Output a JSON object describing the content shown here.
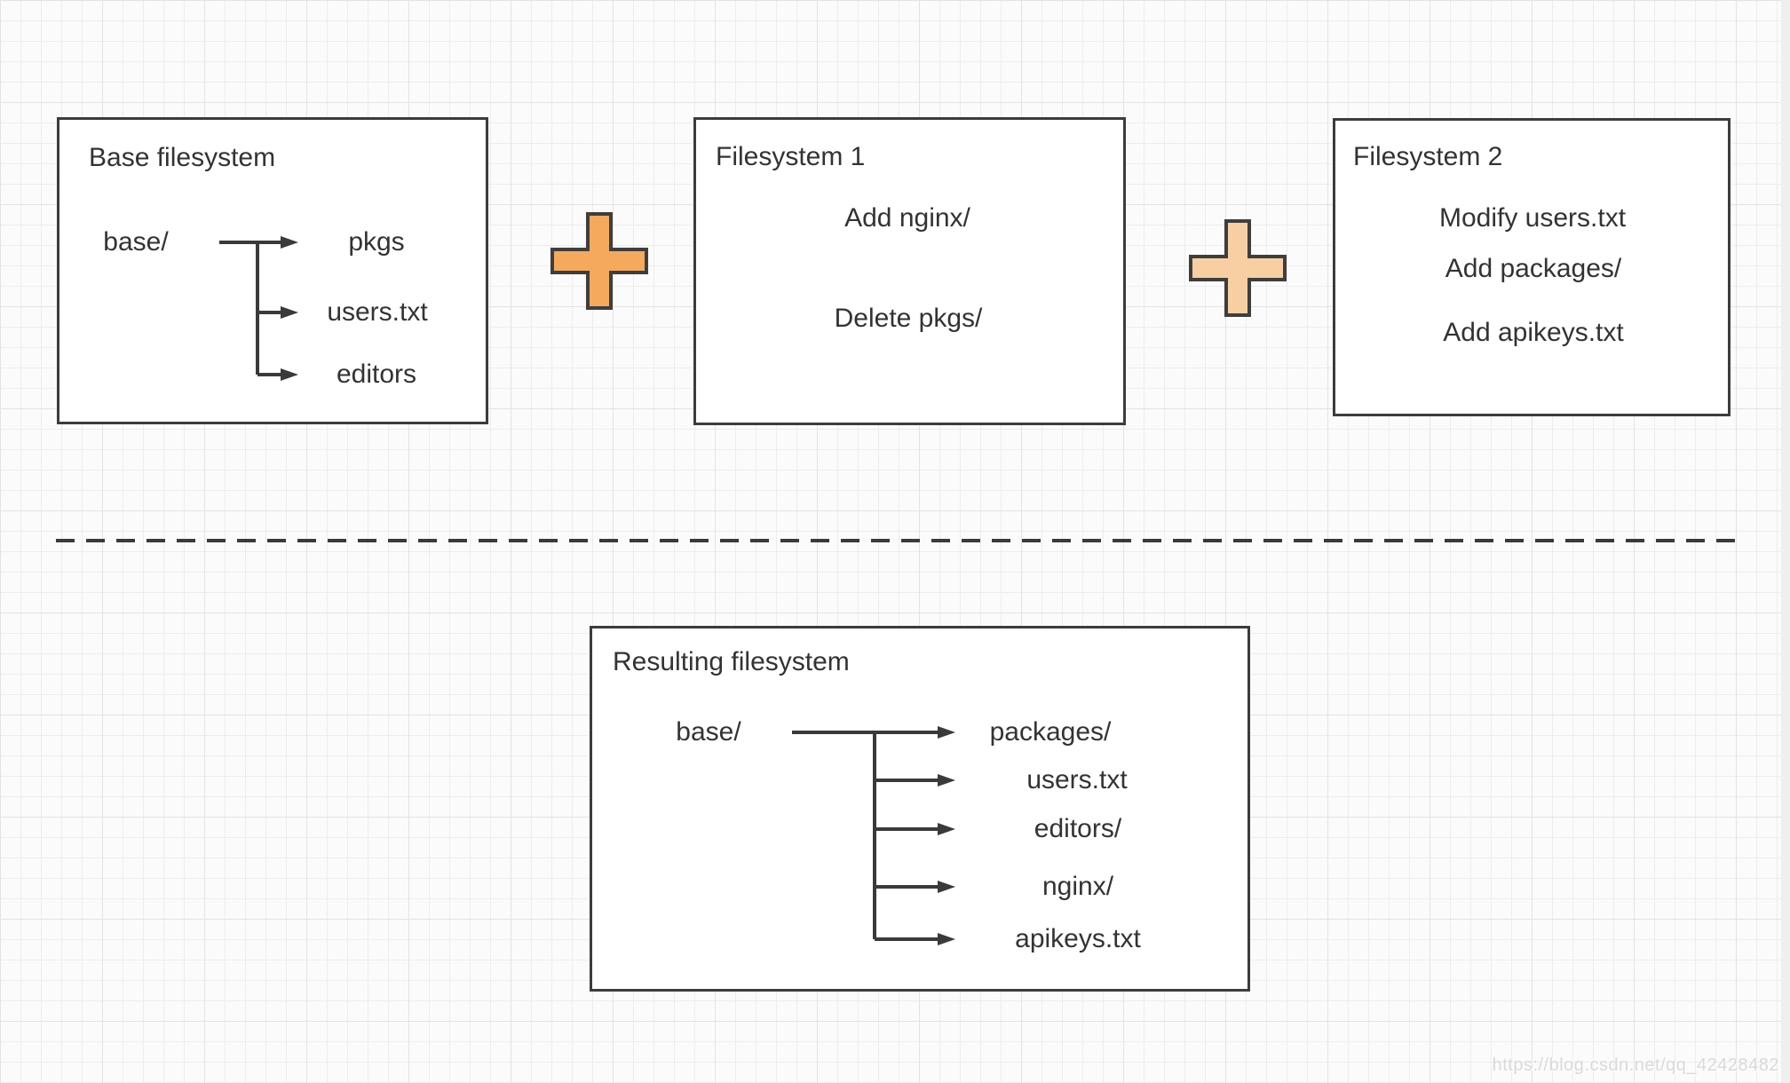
{
  "colors": {
    "plus_dark": "#f4a95c",
    "plus_light": "#f8cfa2",
    "stroke": "#3a3a3a",
    "text": "#333333"
  },
  "boxes": {
    "base": {
      "title": "Base filesystem",
      "root": "base/",
      "children": [
        "pkgs",
        "users.txt",
        "editors"
      ]
    },
    "fs1": {
      "title": "Filesystem 1",
      "items": [
        "Add nginx/",
        "Delete pkgs/"
      ]
    },
    "fs2": {
      "title": "Filesystem 2",
      "items": [
        "Modify users.txt",
        "Add packages/",
        "Add apikeys.txt"
      ]
    },
    "result": {
      "title": "Resulting filesystem",
      "root": "base/",
      "children": [
        "packages/",
        "users.txt",
        "editors/",
        "nginx/",
        "apikeys.txt"
      ]
    }
  },
  "watermark": "https://blog.csdn.net/qq_42428482"
}
